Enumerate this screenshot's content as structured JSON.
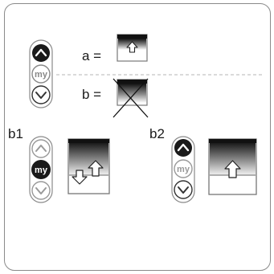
{
  "labels": {
    "a": "a =",
    "b": "b =",
    "b1": "b1",
    "b2": "b2"
  },
  "remote_control": {
    "up_icon": "chevron-up-icon",
    "my_label": "my",
    "down_icon": "chevron-down-icon"
  },
  "colors": {
    "frame": "#8a8a8a",
    "active_button": "#1a1a1a",
    "inactive_button": "#888888",
    "divider": "#b5b5b5"
  }
}
